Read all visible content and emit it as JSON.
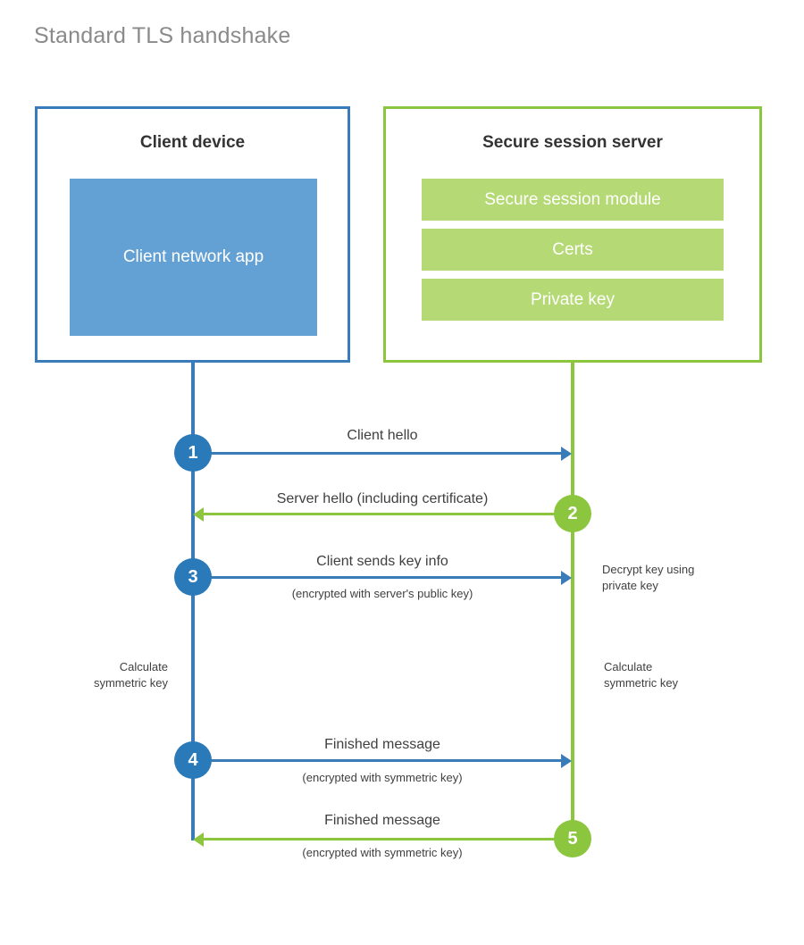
{
  "title": "Standard TLS handshake",
  "colors": {
    "client_border": "#3a7cba",
    "client_fill": "#63a0d4",
    "server_border": "#8cc63f",
    "server_fill": "#b5d974",
    "blue_circle": "#2a7ab9",
    "green_circle": "#8cc63f",
    "title_text": "#8a8a8a"
  },
  "client": {
    "title": "Client device",
    "app_label": "Client network app"
  },
  "server": {
    "title": "Secure session server",
    "items": [
      {
        "label": "Secure session module"
      },
      {
        "label": "Certs"
      },
      {
        "label": "Private key"
      }
    ]
  },
  "steps": [
    {
      "number": "1",
      "direction": "client-to-server",
      "label": "Client hello",
      "sublabel": ""
    },
    {
      "number": "2",
      "direction": "server-to-client",
      "label": "Server hello (including certificate)",
      "sublabel": ""
    },
    {
      "number": "3",
      "direction": "client-to-server",
      "label": "Client sends key info",
      "sublabel": "(encrypted with server's public key)"
    },
    {
      "number": "4",
      "direction": "client-to-server",
      "label": "Finished message",
      "sublabel": "(encrypted with symmetric key)"
    },
    {
      "number": "5",
      "direction": "server-to-client",
      "label": "Finished message",
      "sublabel": "(encrypted with symmetric key)"
    }
  ],
  "notes": {
    "decrypt_key": "Decrypt key using\nprivate key",
    "calculate_symmetric_key_client": "Calculate\nsymmetric key",
    "calculate_symmetric_key_server": "Calculate\nsymmetric key"
  }
}
